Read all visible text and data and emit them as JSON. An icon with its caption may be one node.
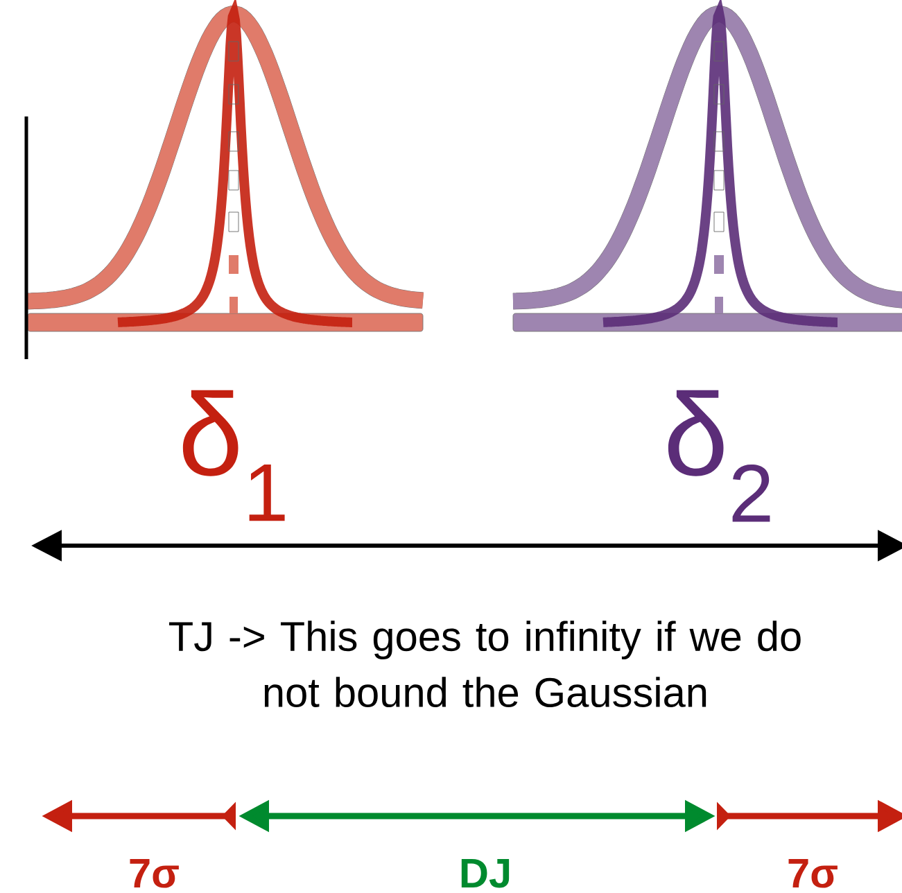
{
  "diagram": {
    "labels": [
      "δ$_{1}$",
      "δ$_{2}$",
      "TJ -> This goes to infinity if we do not bound the Gaussian",
      "7σ",
      "DJ",
      "7σ"
    ]
  }
}
